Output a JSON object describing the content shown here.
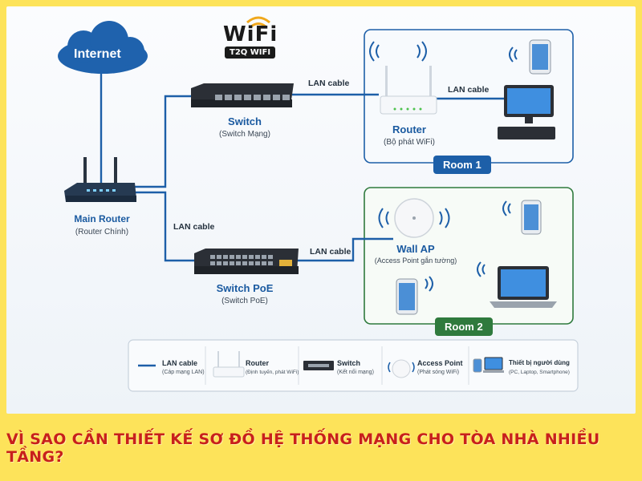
{
  "logo": {
    "wordmark": "WiFi",
    "brand": "T2Q WIFI"
  },
  "internet": {
    "label": "Internet"
  },
  "main_router": {
    "title": "Main Router",
    "subtitle": "(Router Chính)"
  },
  "switch": {
    "title": "Switch",
    "subtitle": "(Switch Mạng)"
  },
  "switch_poe": {
    "title": "Switch PoE",
    "subtitle": "(Switch PoE)"
  },
  "room1": {
    "tag": "Room 1",
    "router_title": "Router",
    "router_subtitle": "(Bộ phát WiFi)",
    "cable_label": "LAN cable"
  },
  "room2": {
    "tag": "Room 2",
    "ap_title": "Wall AP",
    "ap_subtitle": "(Access Point gắn tường)"
  },
  "cables": {
    "to_switch": "LAN cable",
    "to_switch_poe": "LAN cable",
    "poe_to_room2": "LAN cable"
  },
  "legend": [
    {
      "label": "LAN cable",
      "sub": "(Cáp mạng LAN)",
      "icon": "line-icon"
    },
    {
      "label": "Router",
      "sub": "(Định tuyến, phát WiFi)",
      "icon": "router-icon"
    },
    {
      "label": "Switch",
      "sub": "(Kết nối mạng)",
      "icon": "switch-icon"
    },
    {
      "label": "Access Point",
      "sub": "(Phát sóng WiFi)",
      "icon": "access-point-icon"
    },
    {
      "label": "Thiết bị người dùng",
      "sub": "(PC, Laptop, Smartphone)",
      "icon": "user-devices-icon"
    }
  ],
  "banner": {
    "text": "VÌ SAO CẦN THIẾT KẾ SƠ ĐỒ HỆ THỐNG MẠNG CHO TÒA NHÀ NHIỀU TẦNG?"
  },
  "colors": {
    "primary": "#1d5fa8",
    "room2": "#2f7a3d",
    "banner_bg": "#fde35a",
    "banner_text": "#c8201c"
  }
}
